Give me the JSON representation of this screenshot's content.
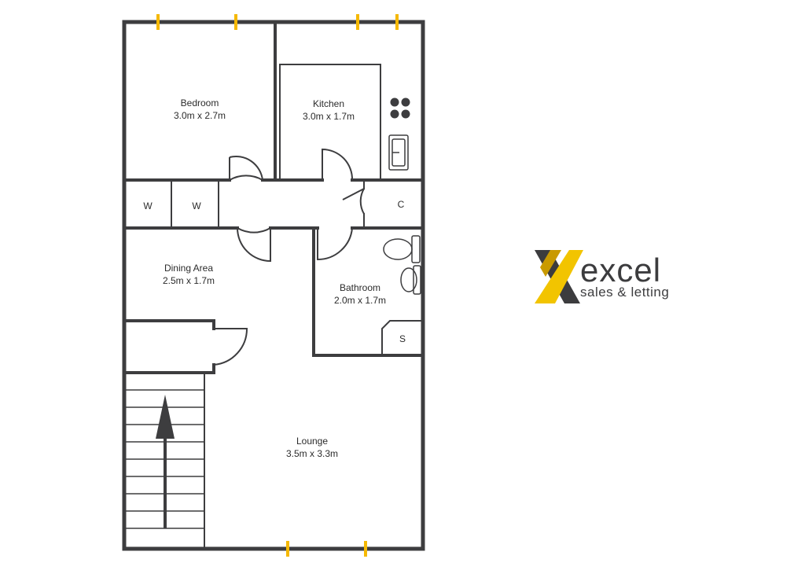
{
  "rooms": {
    "bedroom": {
      "name": "Bedroom",
      "size": "3.0m x 2.7m"
    },
    "kitchen": {
      "name": "Kitchen",
      "size": "3.0m x 1.7m"
    },
    "dining": {
      "name": "Dining Area",
      "size": "2.5m x 1.7m"
    },
    "bathroom": {
      "name": "Bathroom",
      "size": "2.0m x 1.7m"
    },
    "lounge": {
      "name": "Lounge",
      "size": "3.5m x 3.3m"
    }
  },
  "cupboards": {
    "wardrobe_1": "W",
    "wardrobe_2": "W",
    "cupboard": "C",
    "shower": "S"
  },
  "logo": {
    "word_ex": "ex",
    "word_cel": "cel",
    "tagline": "sales & letting"
  },
  "colors": {
    "wall": "#3d3d3f",
    "window": "#f5b800",
    "logo_yellow": "#f2c400",
    "logo_dark": "#3c3c3e"
  }
}
